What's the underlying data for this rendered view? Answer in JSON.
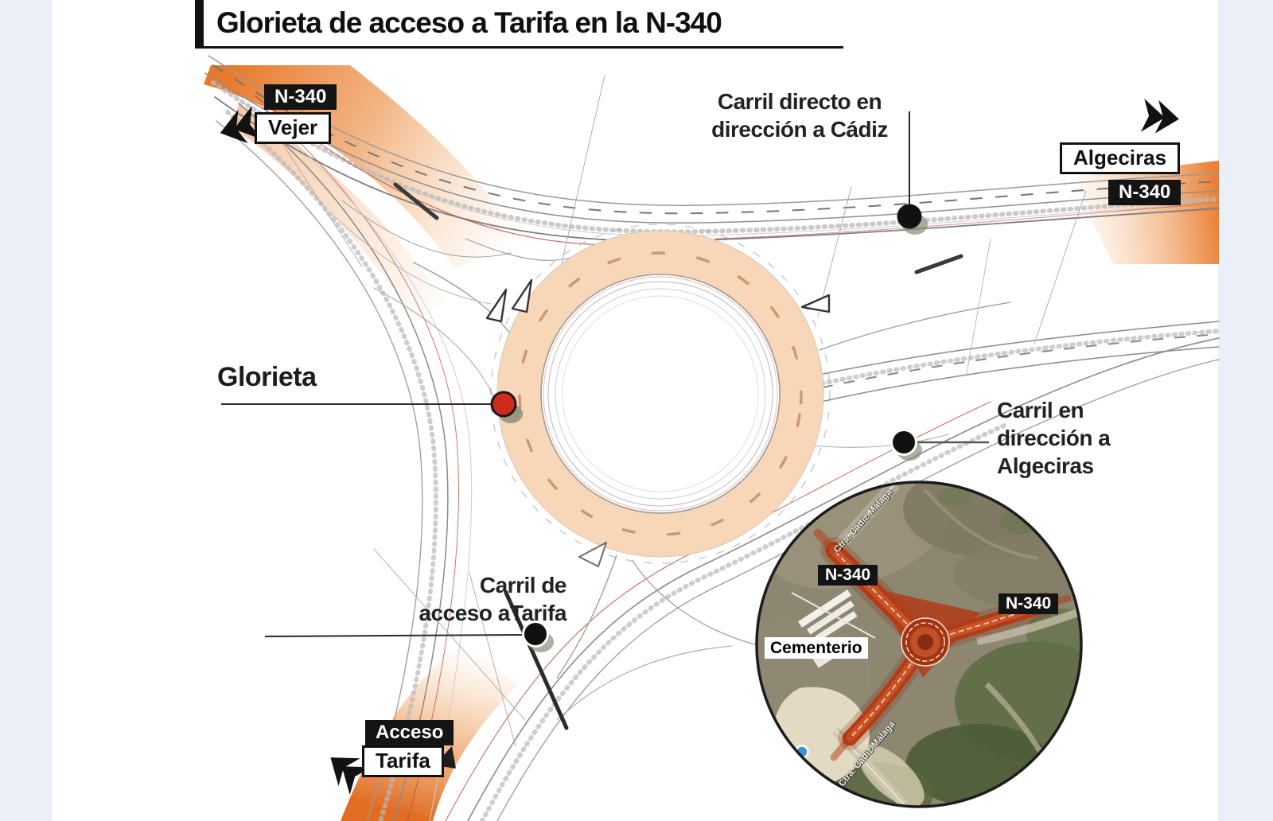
{
  "title": "Glorieta de acceso a Tarifa en la N-340",
  "badges": {
    "nw_road": "N-340",
    "nw_city": "Vejer",
    "e_city": "Algeciras",
    "e_road": "N-340",
    "s_access": "Acceso",
    "s_city": "Tarifa"
  },
  "callouts": {
    "cadiz_line1": "Carril directo en",
    "cadiz_line2": "dirección a Cádiz",
    "glorieta": "Glorieta",
    "algeciras_line1": "Carril en",
    "algeciras_line2": "dirección a",
    "algeciras_line3": "Algeciras",
    "tarifa_line1": "Carril de",
    "tarifa_line2": "acceso aTarifa"
  },
  "inset": {
    "road_left": "N-340",
    "road_right": "N-340",
    "cemetery": "Cementerio",
    "diag_top": "Ctra. Cádiz-Málaga",
    "diag_bottom": "Ctra. Cádiz-Málaga"
  },
  "colors": {
    "accent_orange": "#e87423",
    "ring_fill": "#f7d7b7",
    "marker_red": "#cf2b1d",
    "margin_blue": "#ebeff8",
    "ink": "#141414"
  }
}
